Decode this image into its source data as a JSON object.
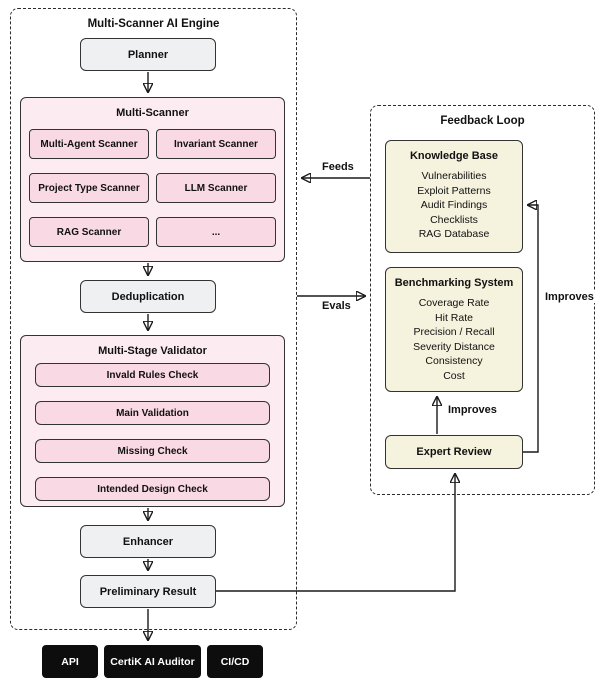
{
  "engine": {
    "title": "Multi-Scanner AI Engine",
    "planner": "Planner",
    "multi_scanner": {
      "title": "Multi-Scanner",
      "items": [
        "Multi-Agent Scanner",
        "Invariant Scanner",
        "Project Type Scanner",
        "LLM Scanner",
        "RAG Scanner",
        "..."
      ]
    },
    "deduplication": "Deduplication",
    "validator": {
      "title": "Multi-Stage Validator",
      "stages": [
        "Invald Rules Check",
        "Main Validation",
        "Missing Check",
        "Intended Design Check"
      ]
    },
    "enhancer": "Enhancer",
    "preliminary_result": "Preliminary Result"
  },
  "feedback": {
    "title": "Feedback Loop",
    "knowledge_base": {
      "title": "Knowledge Base",
      "items": [
        "Vulnerabilities",
        "Exploit Patterns",
        "Audit Findings",
        "Checklists",
        "RAG Database"
      ]
    },
    "benchmarking": {
      "title": "Benchmarking System",
      "items": [
        "Coverage Rate",
        "Hit Rate",
        "Precision / Recall",
        "Severity Distance",
        "Consistency",
        "Cost"
      ]
    },
    "expert_review": "Expert Review"
  },
  "edge_labels": {
    "feeds": "Feeds",
    "evals": "Evals",
    "improves_mid": "Improves",
    "improves_right": "Improves"
  },
  "outputs": {
    "api": "API",
    "certik": "CertiK AI Auditor",
    "cicd": "CI/CD"
  }
}
